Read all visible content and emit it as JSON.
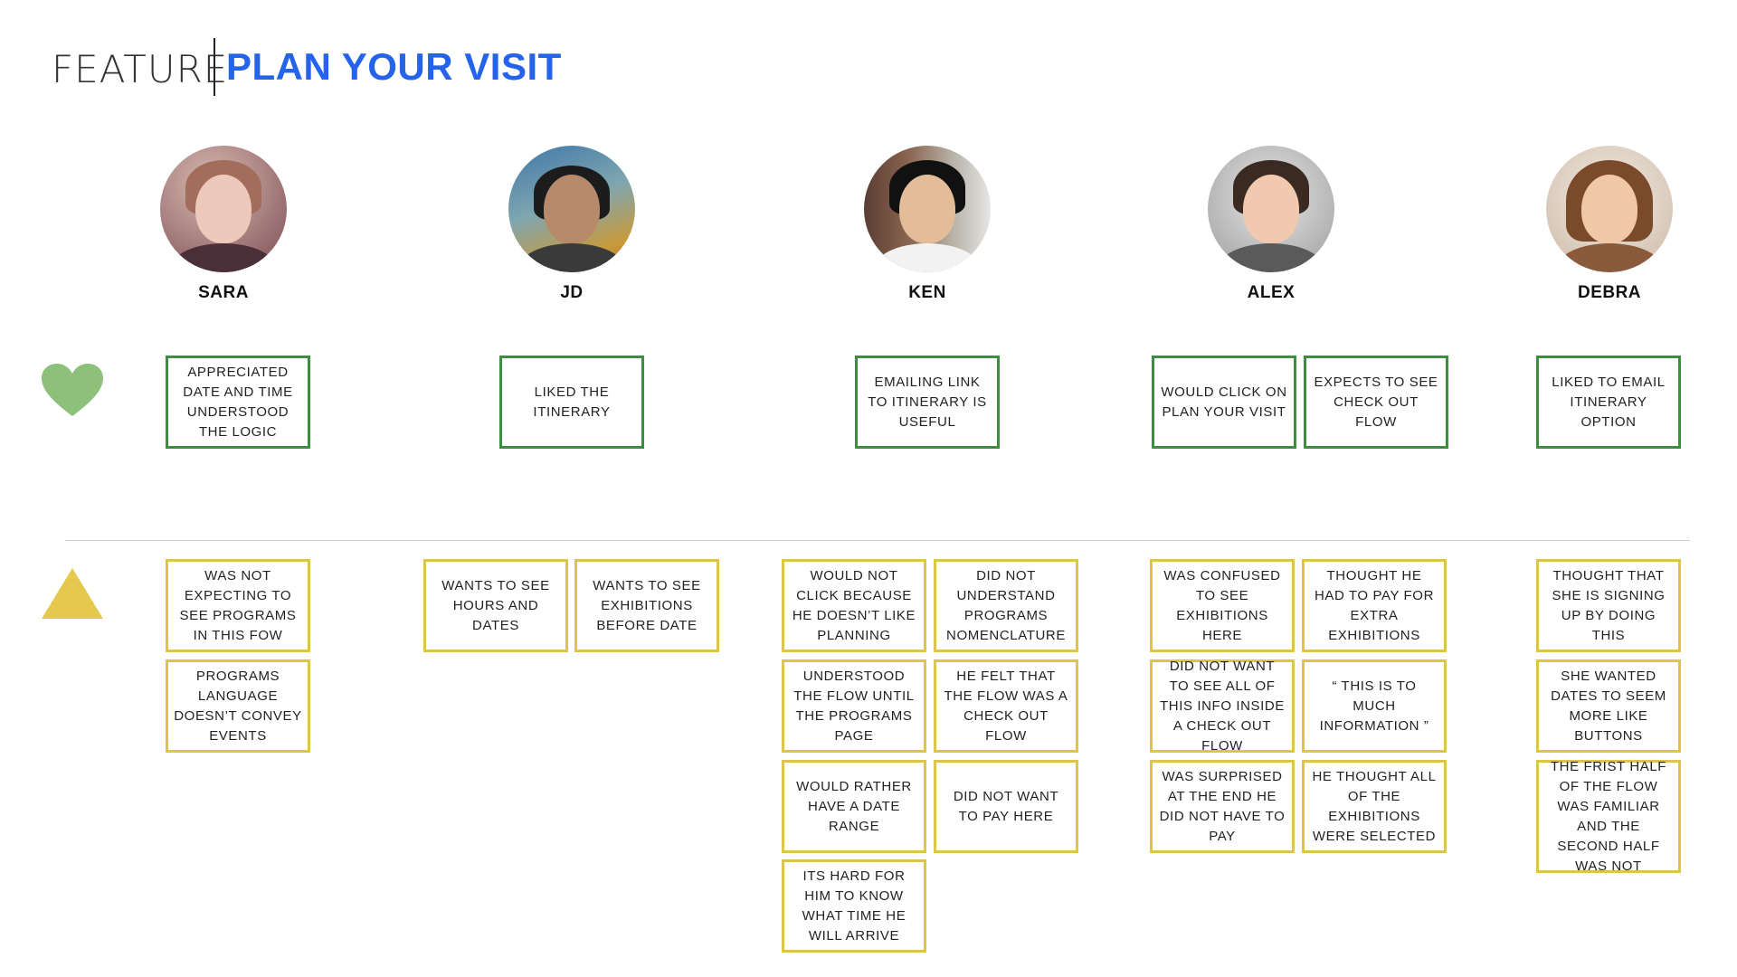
{
  "header": {
    "feature_label": "FEATURE",
    "title": "PLAN YOUR VISIT"
  },
  "colors": {
    "title_blue": "#2563eb",
    "positive_green": "#3e8e41",
    "negative_yellow": "#dcc54a",
    "heart_green": "#8dc07a",
    "triangle_yellow": "#e4c94c"
  },
  "icons": {
    "positive": "heart-icon",
    "negative": "triangle-icon"
  },
  "people": [
    {
      "name": "SARA"
    },
    {
      "name": "JD"
    },
    {
      "name": "KEN"
    },
    {
      "name": "ALEX"
    },
    {
      "name": "DEBRA"
    }
  ],
  "positives": [
    {
      "person": "SARA",
      "text": "APPRECIATED DATE AND TIME UNDERSTOOD THE LOGIC"
    },
    {
      "person": "JD",
      "text": "LIKED THE ITINERARY"
    },
    {
      "person": "KEN",
      "text": "EMAILING LINK TO ITINERARY IS USEFUL"
    },
    {
      "person": "ALEX",
      "text": "WOULD CLICK ON PLAN YOUR VISIT"
    },
    {
      "person": "ALEX",
      "text": "EXPECTS TO SEE CHECK OUT FLOW"
    },
    {
      "person": "DEBRA",
      "text": "LIKED TO EMAIL ITINERARY OPTION"
    }
  ],
  "negatives": [
    {
      "person": "SARA",
      "text": "WAS NOT EXPECTING TO SEE PROGRAMS IN THIS FOW"
    },
    {
      "person": "SARA",
      "text": "PROGRAMS LANGUAGE DOESN’T CONVEY EVENTS"
    },
    {
      "person": "JD",
      "text": "WANTS TO SEE HOURS AND DATES"
    },
    {
      "person": "JD",
      "text": "WANTS TO SEE EXHIBITIONS BEFORE DATE"
    },
    {
      "person": "KEN",
      "text": "WOULD NOT CLICK BECAUSE HE DOESN’T LIKE PLANNING"
    },
    {
      "person": "KEN",
      "text": "DID NOT UNDERSTAND PROGRAMS NOMENCLATURE"
    },
    {
      "person": "KEN",
      "text": "UNDERSTOOD THE FLOW UNTIL THE PROGRAMS PAGE"
    },
    {
      "person": "KEN",
      "text": "HE FELT THAT THE FLOW WAS A CHECK OUT FLOW"
    },
    {
      "person": "KEN",
      "text": "WOULD RATHER HAVE A DATE RANGE"
    },
    {
      "person": "KEN",
      "text": "DID NOT WANT TO PAY HERE"
    },
    {
      "person": "KEN",
      "text": "ITS HARD FOR HIM TO KNOW WHAT TIME HE WILL ARRIVE"
    },
    {
      "person": "ALEX",
      "text": "WAS CONFUSED TO SEE EXHIBITIONS HERE"
    },
    {
      "person": "ALEX",
      "text": "THOUGHT HE HAD TO PAY FOR EXTRA EXHIBITIONS"
    },
    {
      "person": "ALEX",
      "text": "DID NOT WANT TO SEE ALL OF THIS INFO INSIDE A CHECK OUT FLOW"
    },
    {
      "person": "ALEX",
      "text": "“ THIS IS TO MUCH INFORMATION ”"
    },
    {
      "person": "ALEX",
      "text": "WAS SURPRISED AT THE END HE DID NOT HAVE TO PAY"
    },
    {
      "person": "ALEX",
      "text": "HE THOUGHT ALL OF THE EXHIBITIONS WERE SELECTED"
    },
    {
      "person": "DEBRA",
      "text": "THOUGHT THAT SHE IS SIGNING UP BY DOING THIS"
    },
    {
      "person": "DEBRA",
      "text": "SHE WANTED DATES TO SEEM MORE LIKE BUTTONS"
    },
    {
      "person": "DEBRA",
      "text": "THE FRIST HALF OF THE FLOW WAS FAMILIAR AND THE SECOND HALF WAS NOT"
    }
  ]
}
